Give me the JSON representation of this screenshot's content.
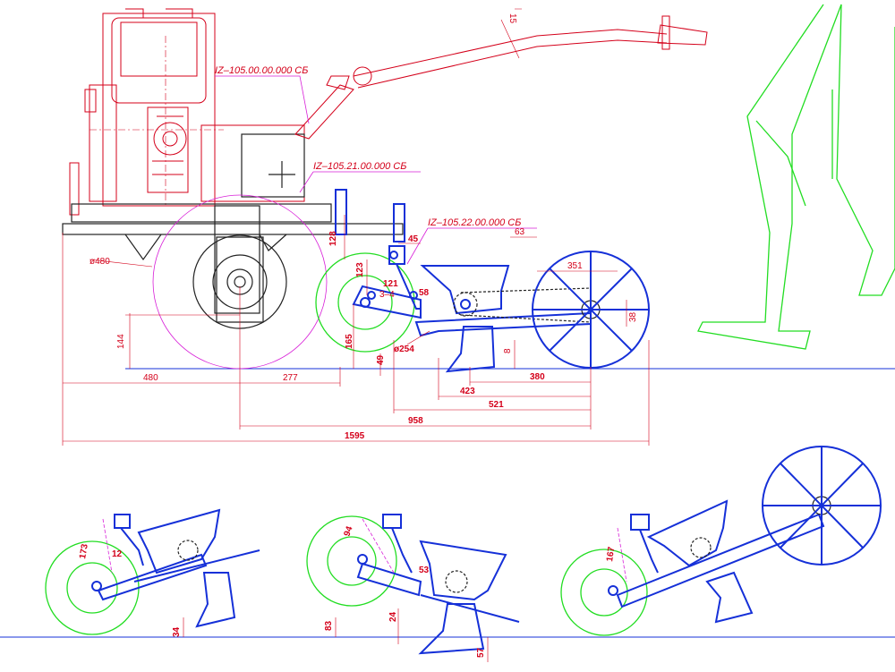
{
  "references": {
    "assembly": "IZ–105.00.00.000  СБ",
    "frame": "IZ–105.21.00.000  СБ",
    "seeder": "IZ–105.22.00.000  СБ"
  },
  "dimensions_main": {
    "d_handle": "15",
    "d_wheel": "ø480",
    "d_128": "128",
    "d_45": "45",
    "d_63": "63",
    "d_351": "351",
    "d_123": "123",
    "d_121": "121",
    "d_34": "3–4",
    "d_58": "58",
    "d_38": "38",
    "d_165": "165",
    "d_254": "ø254",
    "d_144": "144",
    "d_8": "8",
    "d_49": "49",
    "d_480": "480",
    "d_277": "277",
    "d_380": "380",
    "d_423": "423",
    "d_521": "521",
    "d_958": "958",
    "d_1595": "1595"
  },
  "dimensions_detail": {
    "a_173": "173",
    "a_12": "12",
    "a_34": "34",
    "b_94": "94",
    "b_53": "53",
    "b_83": "83",
    "b_24": "24",
    "b_57": "57",
    "c_167": "167"
  },
  "colors": {
    "engine": "#d4001a",
    "seeder": "#1530d8",
    "wheels": "#22dd22",
    "operator": "#22dd22",
    "construction": "#d820d8"
  }
}
